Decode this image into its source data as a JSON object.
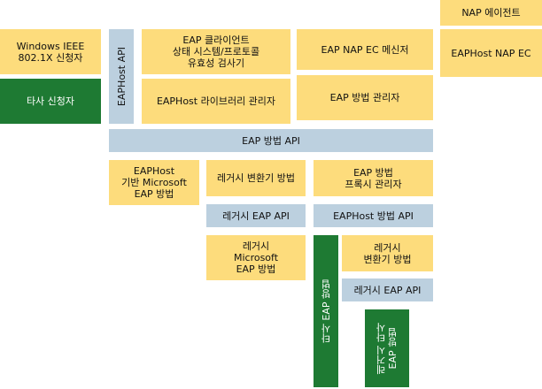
{
  "boxes": {
    "nap_agent": "NAP 에이전트",
    "eaphost_nap_ec": "EAPHost NAP EC",
    "windows_supplicant": "Windows IEEE\n802.1X 신청자",
    "third_party_supplicant": "타사 신청자",
    "eaphost_api": "EAPHost API",
    "eap_client_validator": "EAP 클라이언트\n상태 시스템/프로토콜\n유효성 검사기",
    "eap_nap_ec_messenger": "EAP NAP EC 메신저",
    "eaphost_library_manager": "EAPHost 라이브러리 관리자",
    "eap_method_manager": "EAP 방법 관리자",
    "eap_method_api": "EAP 방법 API",
    "eaphost_ms_eap_methods": "EAPHost\n기반 Microsoft\nEAP 방법",
    "legacy_converter_method_1": "레거시 변환기 방법",
    "eap_method_proxy_manager": "EAP 방법\n프록시 관리자",
    "legacy_eap_api_1": "레거시 EAP API",
    "eaphost_method_api": "EAPHost 방법 API",
    "legacy_ms_eap_methods": "레거시\nMicrosoft\nEAP 방법",
    "third_party_eap_method": "타사 EAP 방법",
    "legacy_converter_method_2": "레거시\n변환기 방법",
    "legacy_eap_api_2": "레거시 EAP API",
    "legacy_third_party_eap_method": "레거시 타사\nEAP 방법"
  },
  "colors": {
    "yellow": "#fddc7c",
    "blue": "#bcd0df",
    "green": "#1e7a33"
  }
}
